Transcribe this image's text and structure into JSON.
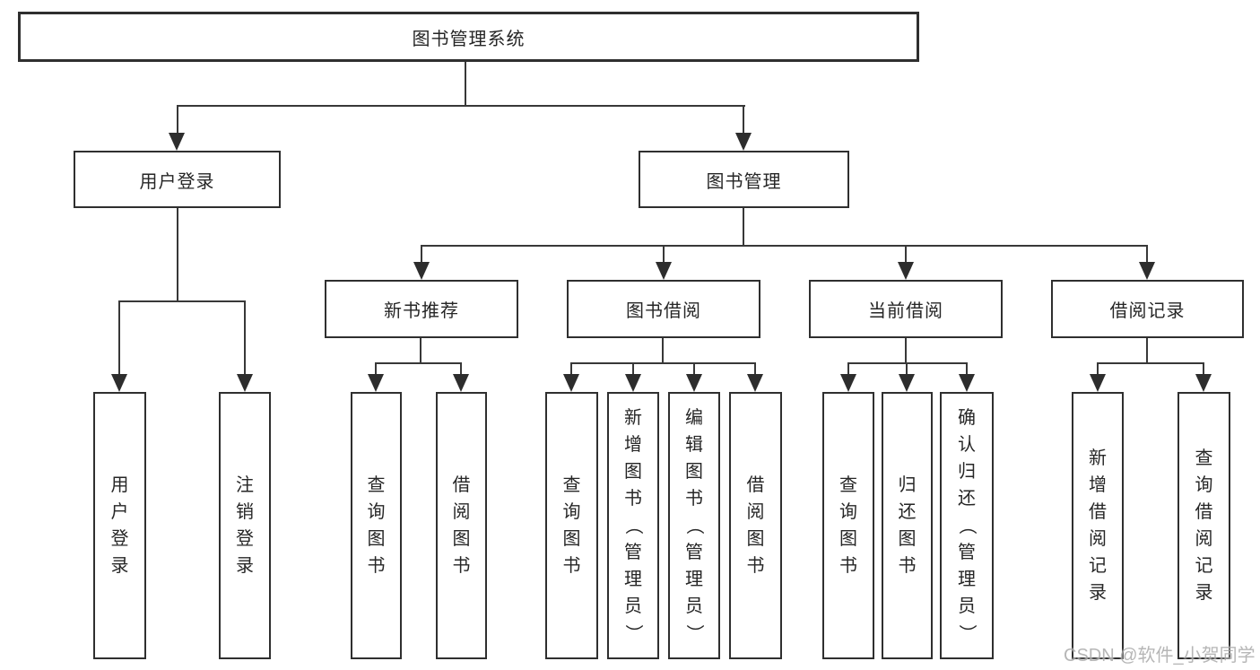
{
  "diagram": {
    "root": {
      "label": "图书管理系统"
    },
    "branches": [
      {
        "label": "用户登录",
        "children": [
          {
            "label": "用户登录"
          },
          {
            "label": "注销登录"
          }
        ]
      },
      {
        "label": "图书管理",
        "children": [
          {
            "label": "新书推荐",
            "children": [
              {
                "label": "查询图书"
              },
              {
                "label": "借阅图书"
              }
            ]
          },
          {
            "label": "图书借阅",
            "children": [
              {
                "label": "查询图书"
              },
              {
                "label": "新增图书（管理员）"
              },
              {
                "label": "编辑图书（管理员）"
              },
              {
                "label": "借阅图书"
              }
            ]
          },
          {
            "label": "当前借阅",
            "children": [
              {
                "label": "查询图书"
              },
              {
                "label": "归还图书"
              },
              {
                "label": "确认归还（管理员）"
              }
            ]
          },
          {
            "label": "借阅记录",
            "children": [
              {
                "label": "新增借阅记录"
              },
              {
                "label": "查询借阅记录"
              }
            ]
          }
        ]
      }
    ]
  },
  "watermark": {
    "text": "CSDN @软件_小贺同学"
  },
  "colors": {
    "box_border": "#2f2f2f",
    "connector": "#383838",
    "text": "#262626",
    "watermark": "#9e9e9e"
  }
}
